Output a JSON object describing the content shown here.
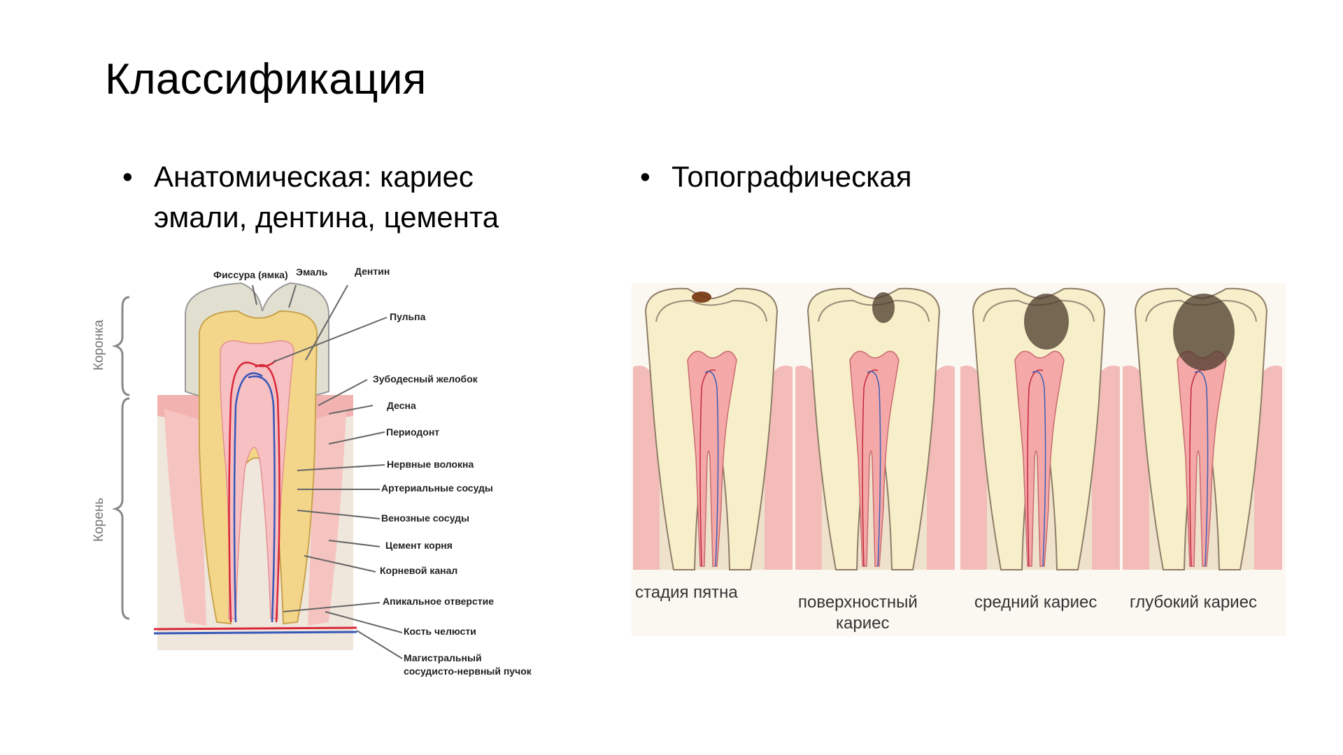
{
  "slide": {
    "title": "Классификация",
    "bullets": [
      {
        "marker": "•",
        "text_line1": "Анатомическая: кариес",
        "text_line2": "эмали, дентина, цемента"
      },
      {
        "marker": "•",
        "text_line1": "Топографическая"
      }
    ]
  },
  "anatomy_figure": {
    "labels": {
      "fissure": "Фиссура (ямка)",
      "enamel": "Эмаль",
      "dentin": "Дентин",
      "pulp": "Пульпа",
      "gingival_groove": "Зубодесный желобок",
      "gum": "Десна",
      "periodontium": "Периодонт",
      "nerve_fibers": "Нервные волокна",
      "arterial_vessels": "Артериальные сосуды",
      "venous_vessels": "Венозные сосуды",
      "root_cement": "Цемент корня",
      "root_canal": "Корневой канал",
      "apical_foramen": "Апикальное отверстие",
      "jaw_bone": "Кость челюсти",
      "bundle_line1": "Магистральный",
      "bundle_line2": "сосудисто-нервный пучок"
    },
    "side_labels": {
      "crown": "Коронка",
      "root": "Корень"
    },
    "colors": {
      "enamel": "#e4e2d2",
      "dentin": "#f3d88c",
      "gum": "#f1a9a8",
      "bone": "#f0e6dc",
      "artery": "#d8283a",
      "vein": "#3557b8"
    }
  },
  "caries_figure": {
    "stages": [
      {
        "line1": "стадия пятна",
        "line2": ""
      },
      {
        "line1": "поверхностный",
        "line2": "кариес"
      },
      {
        "line1": "средний кариес",
        "line2": ""
      },
      {
        "line1": "глубокий кариес",
        "line2": ""
      }
    ]
  }
}
